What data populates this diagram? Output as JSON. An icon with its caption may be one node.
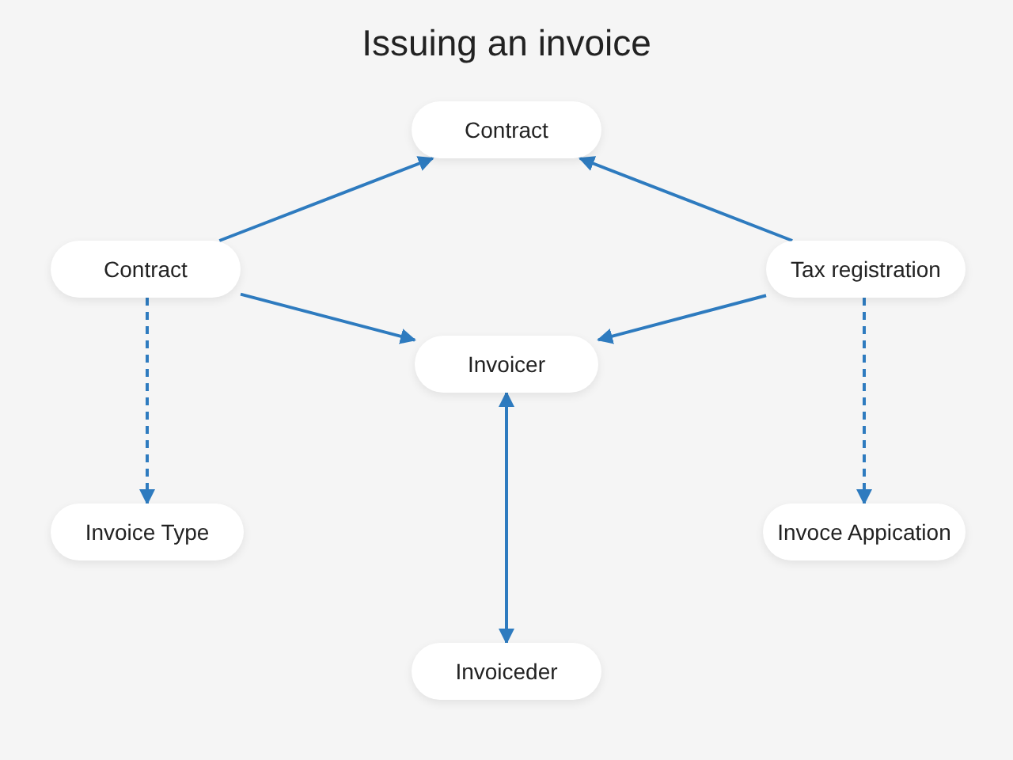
{
  "diagram": {
    "title": "Issuing an invoice",
    "nodes": [
      {
        "text": [
          "Contract"
        ]
      },
      {
        "text": [
          "Contract"
        ]
      },
      {
        "text": [
          "Tax registration"
        ]
      },
      {
        "text": [
          "Invoicer"
        ]
      },
      {
        "text": [
          "Invoice Type"
        ]
      },
      {
        "text": [
          "Invoce Appication"
        ]
      },
      {
        "text": [
          "Invoiceder"
        ]
      }
    ],
    "edges": [
      {
        "from": 1,
        "to": 0,
        "arrow": "to"
      },
      {
        "from": 2,
        "to": 0,
        "arrow": "to"
      },
      {
        "from": 1,
        "to": 3,
        "arrow": "to"
      },
      {
        "from": 2,
        "to": 3,
        "arrow": "to"
      },
      {
        "from": 1,
        "to": 4,
        "arrow": "to",
        "style": "dashed"
      },
      {
        "from": 2,
        "to": 5,
        "arrow": "to",
        "style": "dashed"
      },
      {
        "from": 3,
        "to": 6,
        "arrow": "both"
      }
    ]
  }
}
